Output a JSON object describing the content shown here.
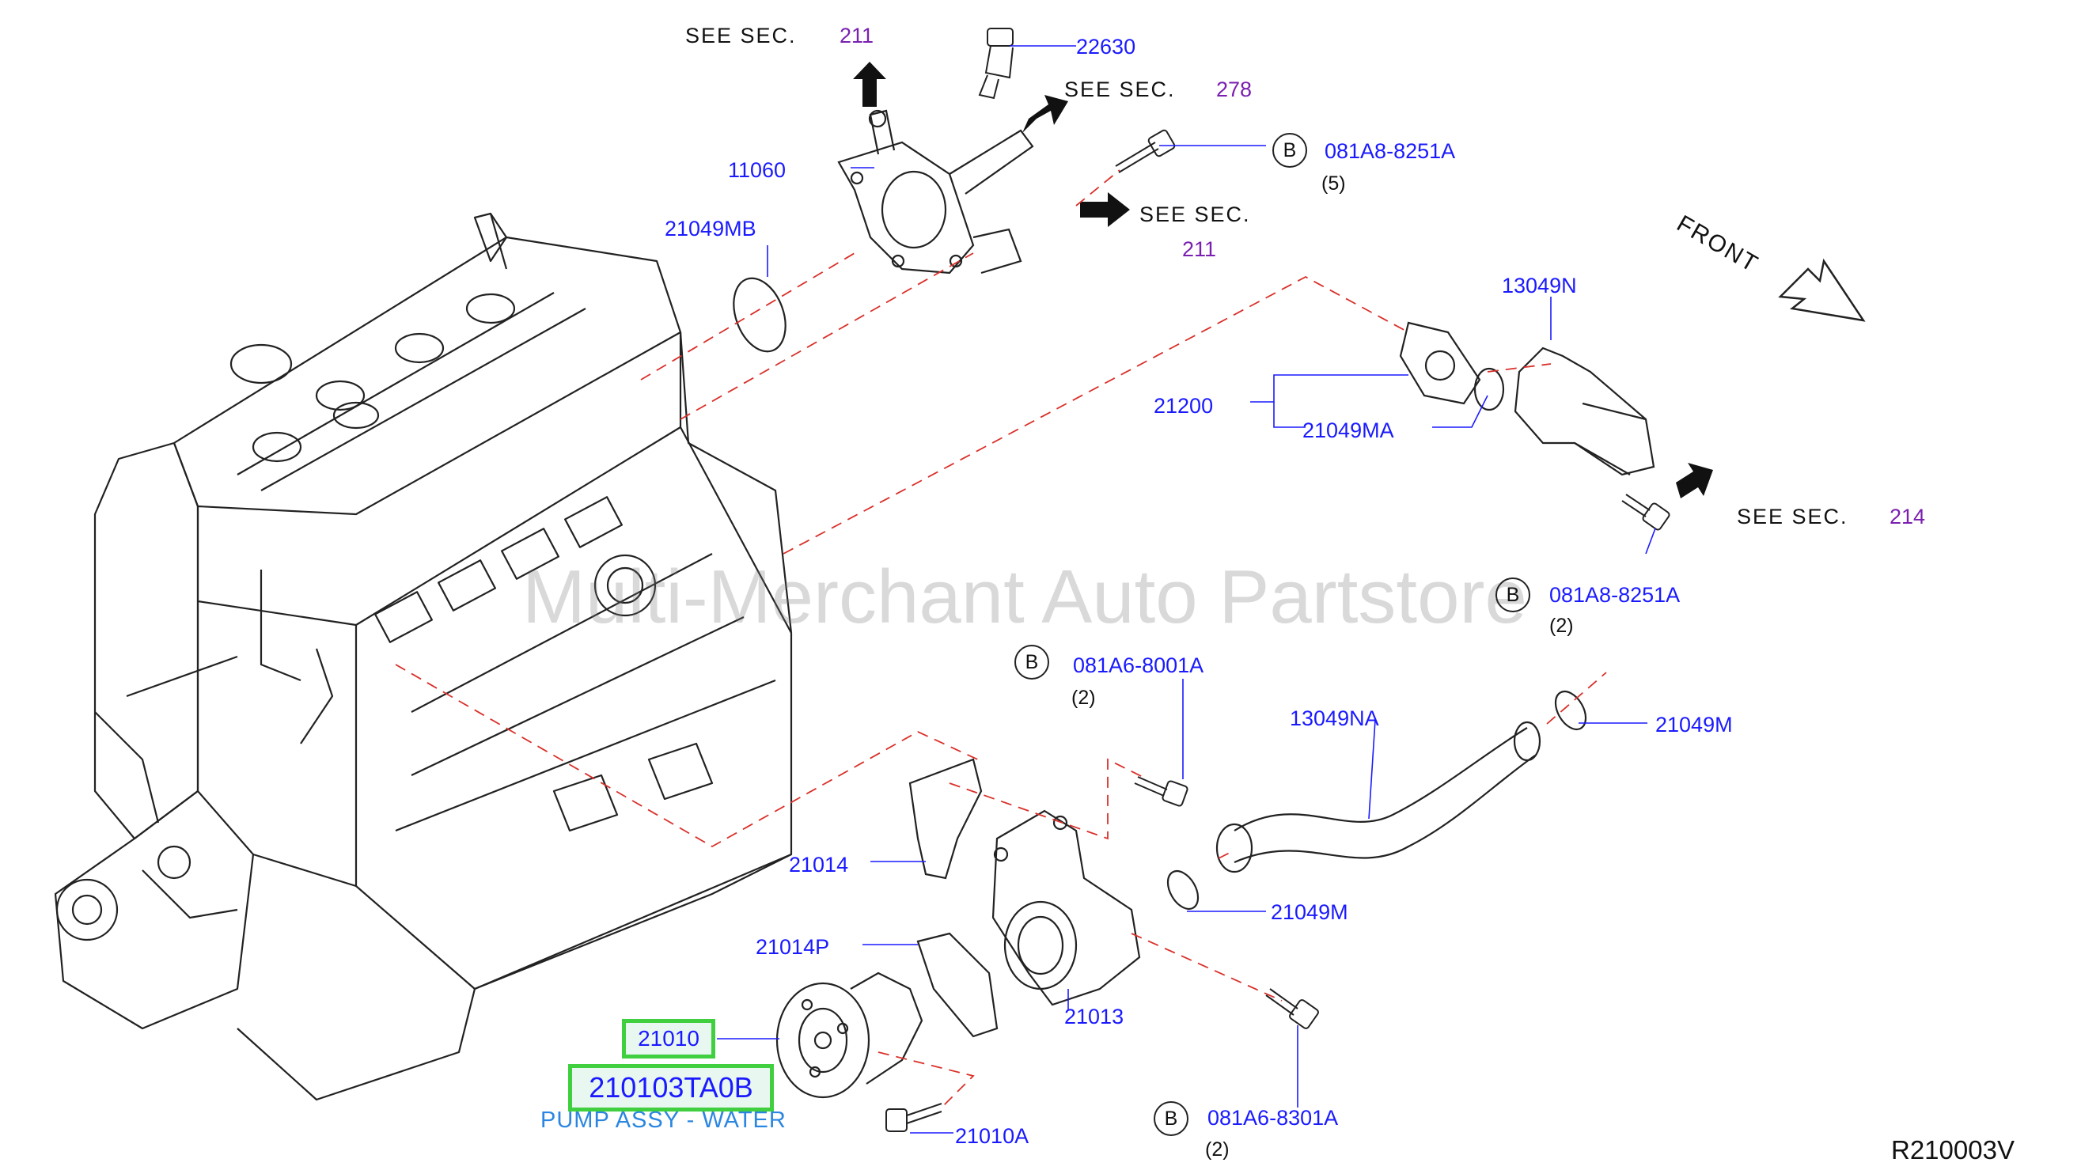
{
  "watermark": "Multi-Merchant Auto Partstore",
  "front_label": "FRONT",
  "drawing_code": "R210003V",
  "highlight": {
    "part_number": "21010",
    "oem_number": "210103TA0B",
    "description": "PUMP ASSY - WATER"
  },
  "parts": {
    "p22630": "22630",
    "p11060": "11060",
    "p21049MB": "21049MB",
    "p13049N": "13049N",
    "p21200": "21200",
    "p21049MA": "21049MA",
    "p13049NA": "13049NA",
    "p21049M_a": "21049M",
    "p21049M_b": "21049M",
    "p21014": "21014",
    "p21014P": "21014P",
    "p21013": "21013",
    "p21010A": "21010A"
  },
  "bolts": [
    {
      "circle": "B",
      "part": "081A8-8251A",
      "qty": "(5)"
    },
    {
      "circle": "B",
      "part": "081A8-8251A",
      "qty": "(2)"
    },
    {
      "circle": "B",
      "part": "081A6-8001A",
      "qty": "(2)"
    },
    {
      "circle": "B",
      "part": "081A6-8301A",
      "qty": "(2)"
    }
  ],
  "see_refs": [
    {
      "text": "SEE   SEC.",
      "sec": "211"
    },
    {
      "text": "SEE   SEC.",
      "sec": "278"
    },
    {
      "text": "SEE   SEC.",
      "sec": "211"
    },
    {
      "text": "SEE   SEC.",
      "sec": "214"
    }
  ],
  "colors": {
    "label_blue": "#1a1aff",
    "section_purple": "#7a1fb0",
    "highlight_green": "#3fcf3f",
    "description_blue": "#2b86e0",
    "dash_red": "#d9302a"
  }
}
